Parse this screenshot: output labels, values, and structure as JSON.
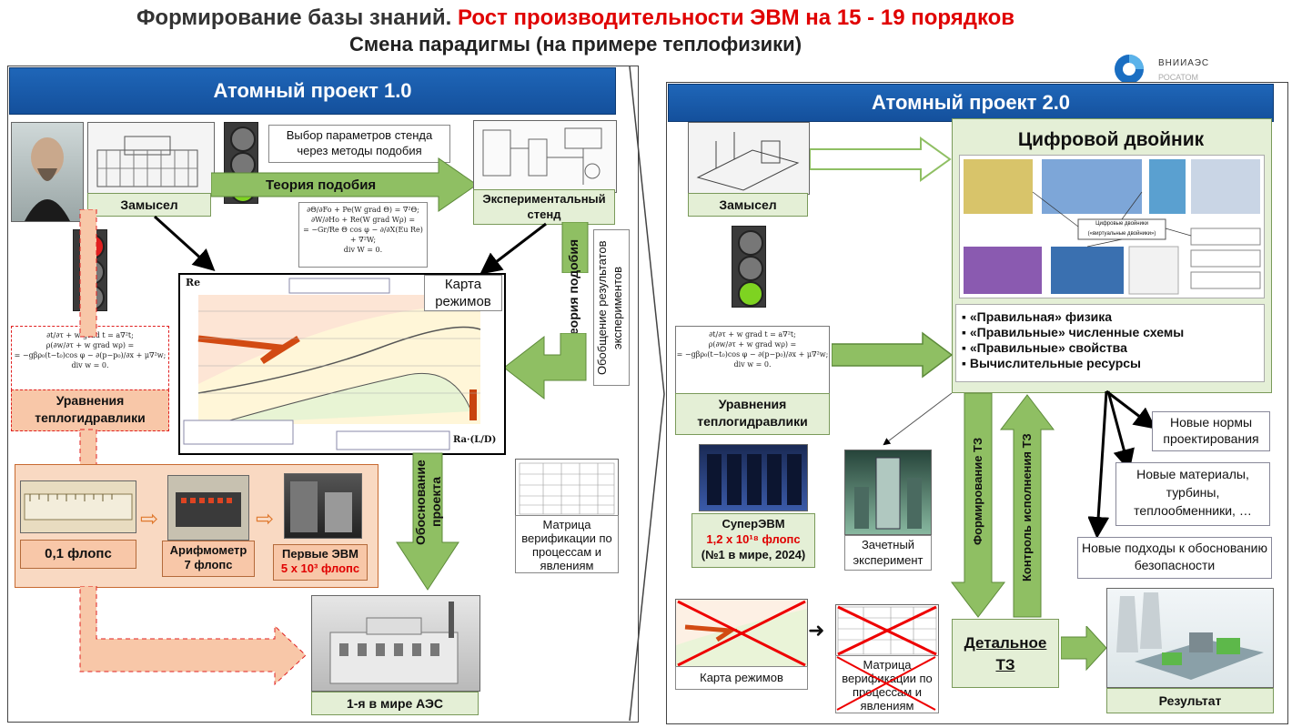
{
  "title": {
    "part1": "Формирование базы знаний.",
    "part2": "Рост производительности ЭВМ на 15 - 19 порядков",
    "line2": "Смена парадигмы (на примере теплофизики)"
  },
  "logo": {
    "text": "ВНИИАЭС",
    "sub": "РОСАТОМ"
  },
  "left": {
    "header": "Атомный проект 1.0",
    "zamysel": "Замысел",
    "choice_params": "Выбор параметров стенда через методы подобия",
    "similarity_theory_h": "Теория подобия",
    "experimental_stand": "Экспериментальный стенд",
    "similarity_theory_v": "Теория подобия",
    "generalization": "Обобщение результатов экспериментов",
    "regime_map": "Карта режимов",
    "chart_y_axis": "Re",
    "chart_x_axis": "Ra·(L/D)",
    "equations_label": "Уравнения теплогидравлики",
    "justification": "Обоснование проекта",
    "matrix": "Матрица верификации по процессам и явлениям",
    "flops_01": "0,1 флопс",
    "arithmometer": "Арифмометр",
    "arith_flops": "7 флопс",
    "first_evm": "Первые ЭВМ",
    "first_evm_flops": "5 x 10³ флопс",
    "tilde": "~",
    "first_npp": "1-я в мире АЭС"
  },
  "right": {
    "header": "Атомный проект 2.0",
    "zamysel": "Замысел",
    "digital_twin": "Цифровой двойник",
    "twin_center": "Цифровые двойники («виртуальные двойники»)",
    "bullets": [
      "«Правильная» физика",
      "«Правильные» численные схемы",
      "«Правильные» свойства",
      "Вычислительные ресурсы"
    ],
    "equations_label": "Уравнения теплогидравлики",
    "super_evm": "СуперЭВМ",
    "super_flops": "1,2 x 10¹⁸ флопс",
    "super_rank": "(№1 в мире, 2024)",
    "test_experiment": "Зачетный эксперимент",
    "formation_tz": "Формирование ТЗ",
    "control_tz": "Контроль исполнения ТЗ",
    "new_norms": "Новые нормы проектирования",
    "new_materials": "Новые материалы, турбины, теплообменники, …",
    "new_approaches": "Новые подходы к обоснованию безопасности",
    "regime_map": "Карта режимов",
    "matrix": "Матрица верификации по процессам и явлениям",
    "detailed_tz": "Детальное ТЗ",
    "result": "Результат"
  },
  "colors": {
    "blue": "#1a5fb0",
    "green_arrow": "#8fbf63",
    "red": "#e00000",
    "light_green": "#e4efd6",
    "orange": "#f9d9c2"
  }
}
